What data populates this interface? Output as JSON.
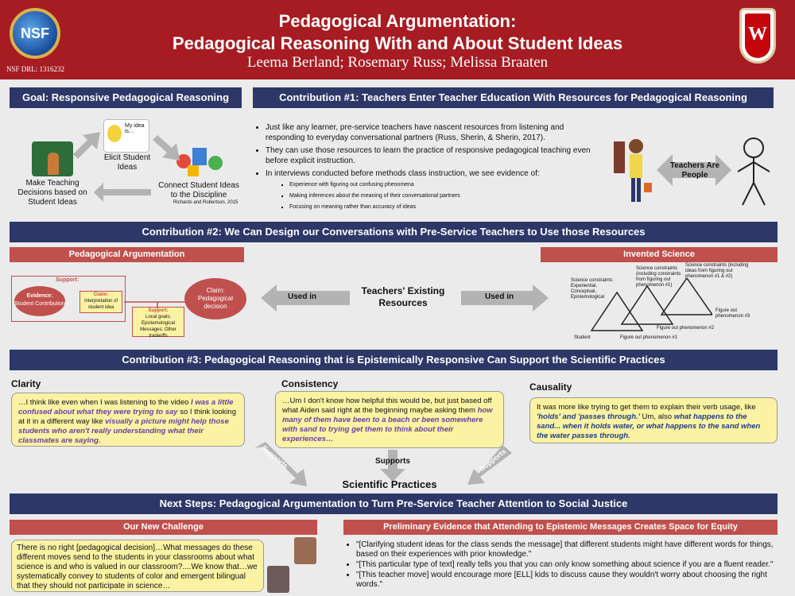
{
  "header": {
    "title_line1": "Pedagogical Argumentation:",
    "title_line2": "Pedagogical Reasoning With and About Student Ideas",
    "authors": "Leema Berland; Rosemary Russ; Melissa Braaten",
    "nsf_logo_text": "NSF",
    "nsf_grant": "NSF DRL: 1316232",
    "crest_text": "W"
  },
  "goal": {
    "heading": "Goal: Responsive Pedagogical Reasoning",
    "bulb_text": "My idea is…",
    "elicit": "Elicit Student Ideas",
    "connect": "Connect Student Ideas to the Discipline",
    "citation": "Richards and Robertson, 2015",
    "decisions": "Make Teaching Decisions based on Student Ideas"
  },
  "contrib1": {
    "heading": "Contribution #1:  Teachers Enter Teacher Education With Resources for Pedagogical Reasoning",
    "bullets": [
      "Just like any learner, pre-service teachers have nascent resources from listening and responding to everyday  conversational partners (Russ, Sherin, & Sherin, 2017).",
      "They can use those resources to learn the practice of responsive pedagogical teaching even before explicit instruction.",
      "In interviews conducted before methods class instruction, we see evidence of:"
    ],
    "subbullets": [
      "Experience with figuring out confusing phenomena",
      "Making inferences about the meaning of their conversational partners",
      "Focusing on meaning rather than accuracy of ideas"
    ],
    "arrow_label": "Teachers Are People"
  },
  "contrib2": {
    "heading": "Contribution #2: We Can Design our Conversations with Pre-Service Teachers to Use those Resources",
    "left_heading": "Pedagogical Argumentation",
    "right_heading": "Invented Science",
    "support_label": "Support:",
    "evidence_label": "Evidence:",
    "evidence_text": "Student Contribution",
    "claim_label": "Claim:",
    "claim_text": "Interpretation of student idea",
    "big_claim": "Claim: Pedagogical decision",
    "support2_label": "Support:",
    "support2_text": "Local goals; Epistemological Messages; Other  tradeoffs",
    "center": "Teachers' Existing Resources",
    "used_in_left": "Used in",
    "used_in_right": "Used in",
    "tri": {
      "c1": "Science constraints: Experiential, Conceptual, Epistemological",
      "c2": "Science constraints (including constraints from figuring out phenomenon #1)",
      "c3": "Science constraints (including ideas from figuring out phenomenon #1 & #2)",
      "student": "Student",
      "p1": "Figure out phenomenon #1",
      "p2": "Figure out phenomenon #2",
      "p3": "Figure out phenomenon #3"
    }
  },
  "contrib3": {
    "heading": "Contribution #3: Pedagogical Reasoning that is Epistemically Responsive Can Support the Scientific Practices",
    "clarity": {
      "title": "Clarity",
      "q1": "…I think like even when I was listening to the video ",
      "q2": "I was a little confused about what they were trying to say",
      "q3": " so I think looking at it in a different way like ",
      "q4": "visually a picture might help those students who aren't really understanding what their classmates are saying."
    },
    "consistency": {
      "title": "Consistency",
      "q1": "…Um I don't know how helpful this would be, but just based off what Aiden said right at the beginning maybe asking them ",
      "q2": "how many of them have been to a beach or been somewhere with sand to trying get them to think about their experiences…"
    },
    "causality": {
      "title": "Causality",
      "q1": "It was more like trying to get them to explain their verb usage, like ",
      "q2": "'holds' and 'passes through.'",
      "q3": " Um, also ",
      "q4": "what happens to the sand... when it holds water, or what happens to the sand when the water passes through."
    },
    "supports": [
      "Supports",
      "Supports",
      "Supports"
    ],
    "practices": "Scientific Practices"
  },
  "next": {
    "heading": "Next Steps: Pedagogical Argumentation to Turn Pre-Service Teacher Attention to Social Justice",
    "challenge_heading": "Our New Challenge",
    "challenge_text": "There is no right [pedagogical decision]…What messages do these different moves send to the students in your classrooms about what science is and who is valued in our classroom?....We know that…we systematically convey to students of color and emergent bilingual that they should not participate in science…",
    "evidence_heading": "Preliminary Evidence that Attending to Epistemic Messages Creates Space for Equity",
    "evidence_bullets": [
      "\"[Clarifying student ideas for the class sends the message] that different students might have different words for things, based on their experiences with prior knowledge.\"",
      "\"[This particular type of text] really tells you that you can only know something about science if you are a fluent reader.\"",
      "\"[This teacher move] would encourage more [ELL] kids to discuss cause they wouldn't worry about choosing the right words.\""
    ]
  },
  "colors": {
    "header_red": "#a61c22",
    "navy": "#2d3768",
    "section_red": "#c0504d",
    "bubble_yellow": "#fbf3a3",
    "arrow_gray": "#b3b3b3"
  }
}
